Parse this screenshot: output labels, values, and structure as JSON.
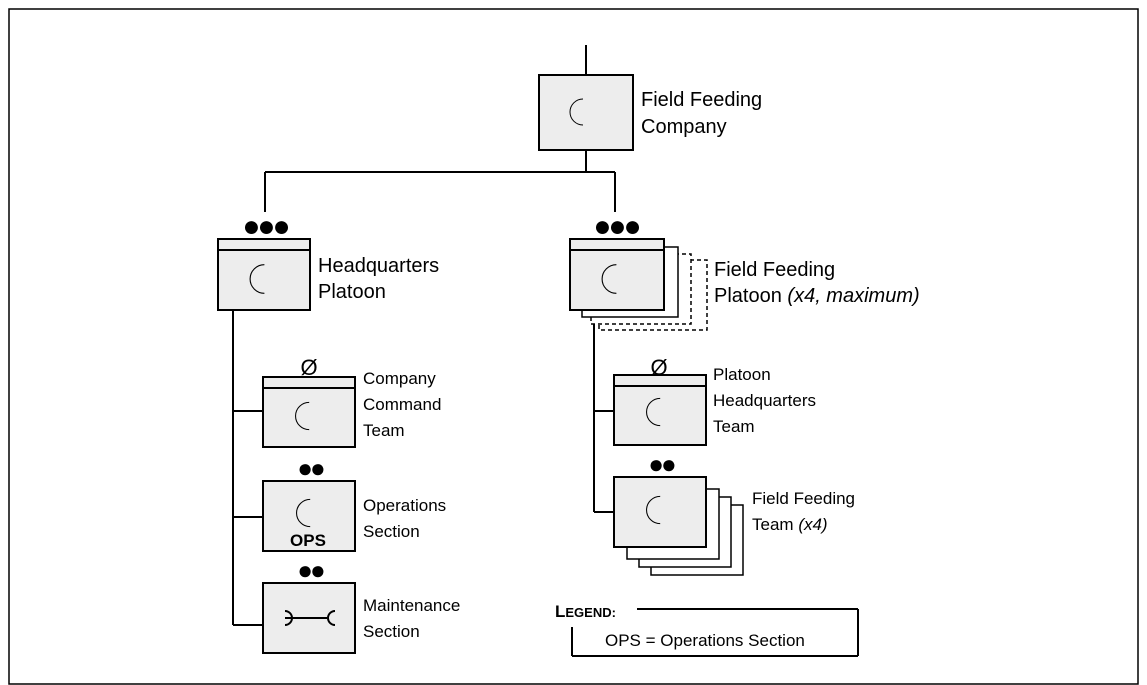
{
  "units": {
    "company": {
      "line1": "Field Feeding",
      "line2": "Company"
    },
    "hq_platoon": {
      "line1": "Headquarters",
      "line2": "Platoon"
    },
    "ff_platoon": {
      "line1": "Field Feeding",
      "line2": "Platoon",
      "note": "(x4, maximum)"
    },
    "company_command": {
      "line1": "Company",
      "line2": "Command",
      "line3": "Team"
    },
    "operations": {
      "line1": "Operations",
      "line2": "Section",
      "modifier": "OPS"
    },
    "maintenance": {
      "line1": "Maintenance",
      "line2": "Section"
    },
    "platoon_hq": {
      "line1": "Platoon",
      "line2": "Headquarters",
      "line3": "Team"
    },
    "ff_team": {
      "line1": "Field Feeding",
      "line2": "Team",
      "note": "(x4)"
    }
  },
  "echelons": {
    "platoon": "●●●",
    "section": "●●",
    "team": "Ø"
  },
  "legend": {
    "title_first": "L",
    "title_rest": "EGEND:",
    "entry": "OPS = Operations Section"
  },
  "icons": {
    "field_feeding": "crescent-moon-icon",
    "maintenance": "maintenance-wrench-icon"
  }
}
